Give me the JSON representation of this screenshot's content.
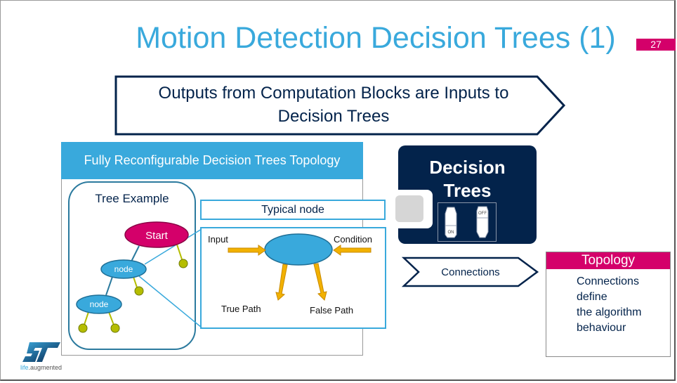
{
  "slide": {
    "title": "Motion Detection Decision Trees (1)",
    "page_number": "27"
  },
  "banner": {
    "line1": "Outputs from Computation Blocks are Inputs to",
    "line2": "Decision Trees"
  },
  "topology_panel": {
    "header": "Fully Reconfigurable Decision Trees Topology",
    "tree_example": {
      "label": "Tree  Example",
      "root": "Start",
      "nodes": [
        "node",
        "node"
      ]
    },
    "typical_node": {
      "label": "Typical node",
      "input": "Input",
      "condition": "Condition",
      "true_path": "True Path",
      "false_path": "False Path"
    }
  },
  "decision_trees_block": {
    "title_line1": "Decision",
    "title_line2": "Trees",
    "switch_on": "ON",
    "switch_off": "OFF"
  },
  "connections_arrow": {
    "label": "Connections"
  },
  "topology_box": {
    "header": "Topology",
    "lines": [
      "Connections",
      "define",
      "the algorithm",
      "behaviour"
    ]
  },
  "logo": {
    "brand": "ST",
    "tagline_part1": "life",
    "tagline_part2": ".augmented"
  },
  "colors": {
    "accent_blue": "#39a9dc",
    "dark_navy": "#03234b",
    "magenta": "#d4006a",
    "leaf_green": "#b5bd00",
    "arrow_gold": "#f2b100"
  }
}
